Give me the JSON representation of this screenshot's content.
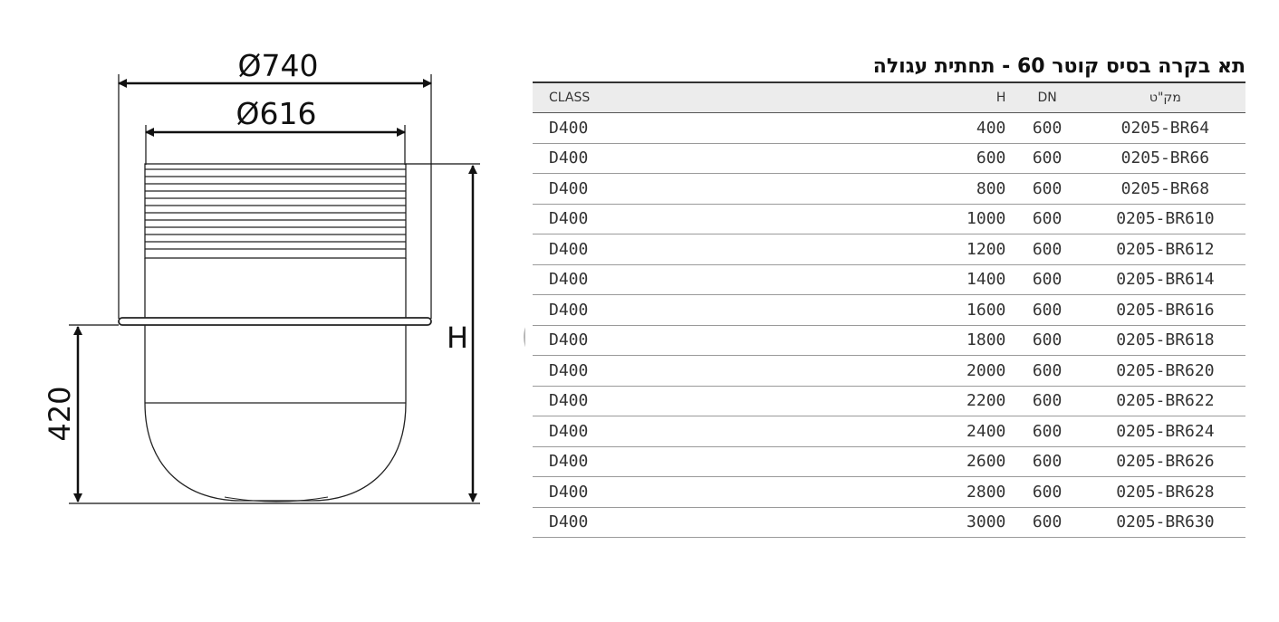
{
  "drawing": {
    "outer_diameter_label": "Ø740",
    "inner_diameter_label": "Ø616",
    "height_label": "H",
    "base_height_label": "420"
  },
  "table": {
    "title": "תא בקרה בסיס קוטר 60 - תחתית עגולה",
    "headers": {
      "class": "CLASS",
      "h": "H",
      "dn": "DN",
      "code": "מק\"ט"
    },
    "rows": [
      {
        "class": "D400",
        "h": "400",
        "dn": "600",
        "code": "0205-BR64"
      },
      {
        "class": "D400",
        "h": "600",
        "dn": "600",
        "code": "0205-BR66"
      },
      {
        "class": "D400",
        "h": "800",
        "dn": "600",
        "code": "0205-BR68"
      },
      {
        "class": "D400",
        "h": "1000",
        "dn": "600",
        "code": "0205-BR610"
      },
      {
        "class": "D400",
        "h": "1200",
        "dn": "600",
        "code": "0205-BR612"
      },
      {
        "class": "D400",
        "h": "1400",
        "dn": "600",
        "code": "0205-BR614"
      },
      {
        "class": "D400",
        "h": "1600",
        "dn": "600",
        "code": "0205-BR616"
      },
      {
        "class": "D400",
        "h": "1800",
        "dn": "600",
        "code": "0205-BR618"
      },
      {
        "class": "D400",
        "h": "2000",
        "dn": "600",
        "code": "0205-BR620"
      },
      {
        "class": "D400",
        "h": "2200",
        "dn": "600",
        "code": "0205-BR622"
      },
      {
        "class": "D400",
        "h": "2400",
        "dn": "600",
        "code": "0205-BR624"
      },
      {
        "class": "D400",
        "h": "2600",
        "dn": "600",
        "code": "0205-BR626"
      },
      {
        "class": "D400",
        "h": "2800",
        "dn": "600",
        "code": "0205-BR628"
      },
      {
        "class": "D400",
        "h": "3000",
        "dn": "600",
        "code": "0205-BR630"
      }
    ]
  }
}
